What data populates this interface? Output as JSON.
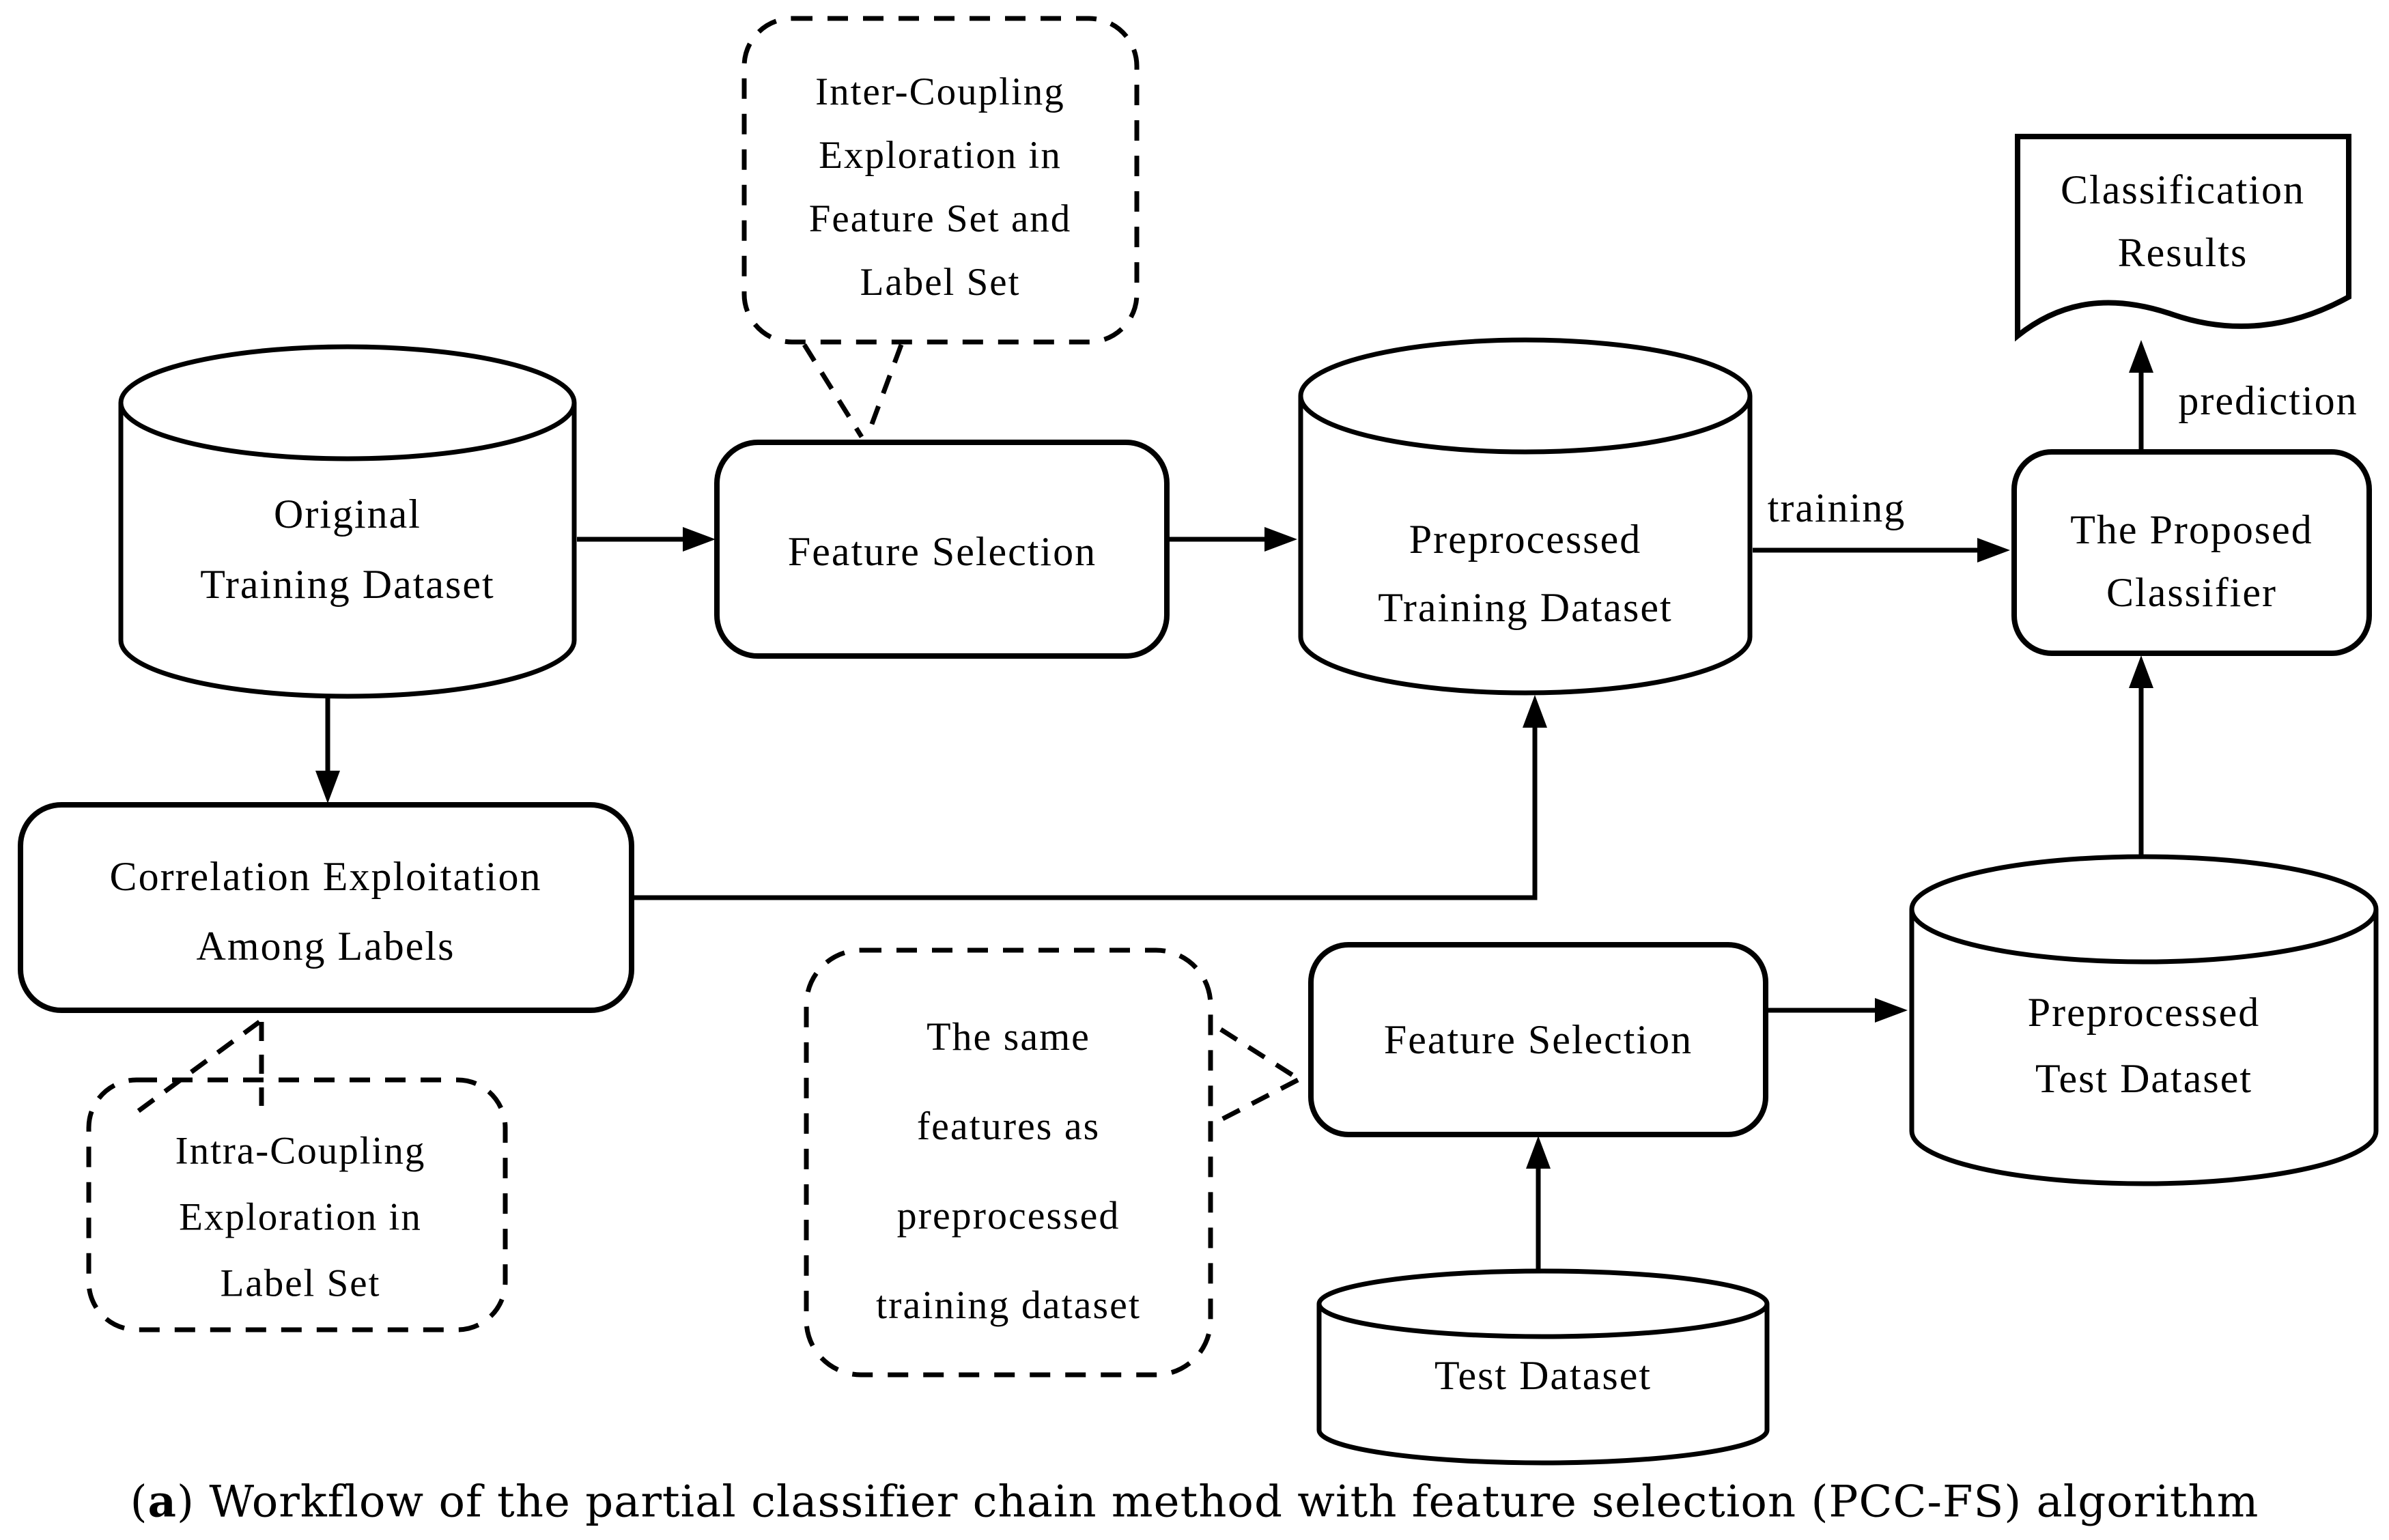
{
  "diagram": {
    "nodes": {
      "original_training_dataset": {
        "shape": "cylinder",
        "line1": "Original",
        "line2": "Training Dataset"
      },
      "feature_selection_top": {
        "shape": "rounded-rect",
        "label": "Feature Selection"
      },
      "preprocessed_training_dataset": {
        "shape": "cylinder",
        "line1": "Preprocessed",
        "line2": "Training Dataset"
      },
      "proposed_classifier": {
        "shape": "rounded-rect",
        "line1": "The Proposed",
        "line2": "Classifier"
      },
      "classification_results": {
        "shape": "document",
        "line1": "Classification",
        "line2": "Results"
      },
      "correlation_exploitation": {
        "shape": "rounded-rect",
        "line1": "Correlation Exploitation",
        "line2": "Among Labels"
      },
      "feature_selection_bottom": {
        "shape": "rounded-rect",
        "label": "Feature Selection"
      },
      "test_dataset": {
        "shape": "cylinder",
        "label": "Test Dataset"
      },
      "preprocessed_test_dataset": {
        "shape": "cylinder",
        "line1": "Preprocessed",
        "line2": "Test Dataset"
      }
    },
    "callouts": {
      "inter_coupling": {
        "line1": "Inter-Coupling",
        "line2": "Exploration in",
        "line3": "Feature Set and",
        "line4": "Label Set"
      },
      "intra_coupling": {
        "line1": "Intra-Coupling",
        "line2": "Exploration in",
        "line3": "Label Set"
      },
      "same_features": {
        "line1": "The same",
        "line2": "features as",
        "line3": "preprocessed",
        "line4": "training dataset"
      }
    },
    "edge_labels": {
      "training": "training",
      "prediction": "prediction"
    },
    "caption": {
      "paren_open": "(",
      "letter": "a",
      "paren_close": ")",
      "text": " Workflow of the partial classifier chain method with feature selection (PCC-FS) algorithm"
    }
  },
  "colors": {
    "ink": "#000000",
    "paper": "#ffffff"
  }
}
